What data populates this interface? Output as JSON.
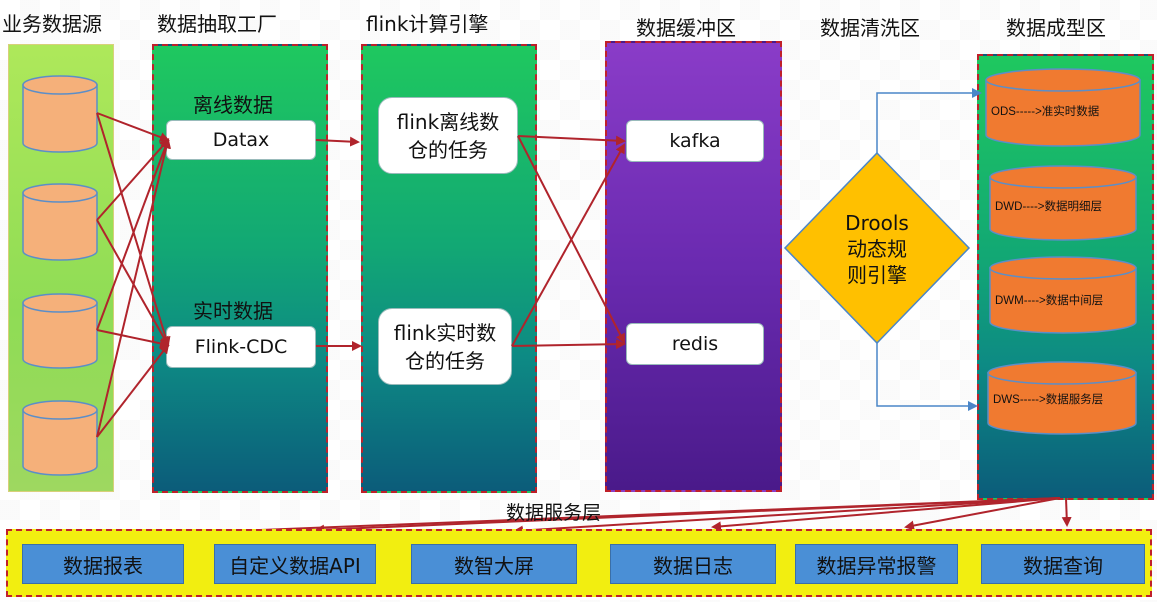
{
  "titles": {
    "source": "业务数据源",
    "extract": "数据抽取工厂",
    "compute": "flink计算引擎",
    "buffer": "数据缓冲区",
    "clean": "数据清洗区",
    "model": "数据成型区"
  },
  "extract": {
    "offline_label": "离线数据",
    "offline_tool": "Datax",
    "realtime_label": "实时数据",
    "realtime_tool": "Flink-CDC"
  },
  "compute": {
    "offline_task": "flink离线数仓的任务",
    "realtime_task": "flink实时数仓的任务"
  },
  "buffer": {
    "kafka": "kafka",
    "redis": "redis"
  },
  "clean": {
    "engine_line1": "Drools",
    "engine_line2": "动态规",
    "engine_line3": "则引擎"
  },
  "model": {
    "layers": [
      "ODS----->准实时数据",
      "DWD---->数据明细层",
      "DWM---->数据中间层",
      "DWS----->数据服务层"
    ]
  },
  "service": {
    "title": "数据服务层",
    "items": [
      "数据报表",
      "自定义数据API",
      "数智大屏",
      "数据日志",
      "数据异常报警",
      "数据查询"
    ]
  },
  "colors": {
    "arrow": "#b0242c",
    "cylinder_fill": "#f5b07a",
    "layer_fill": "#f07a30",
    "diamond": "#ffc000",
    "button": "#4a8fd6",
    "service_bar": "#f2ee10"
  }
}
